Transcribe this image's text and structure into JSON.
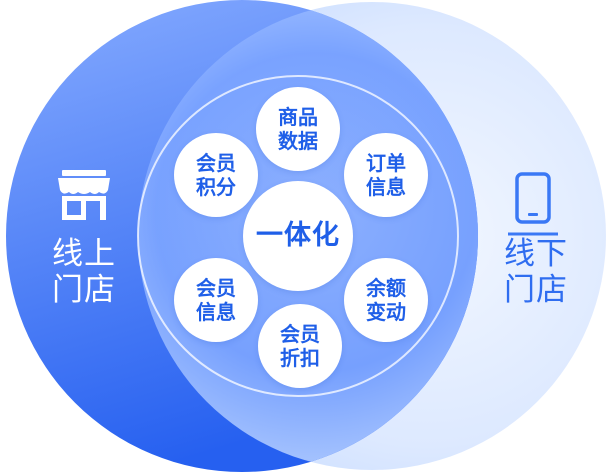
{
  "left_store": {
    "line1": "线上",
    "line2": "门店",
    "icon": "storefront-icon"
  },
  "right_store": {
    "line1": "线下",
    "line2": "门店",
    "icon": "mobile-phone-icon"
  },
  "center": {
    "label": "一体化"
  },
  "nodes": [
    {
      "line1": "商品",
      "line2": "数据"
    },
    {
      "line1": "订单",
      "line2": "信息"
    },
    {
      "line1": "余额",
      "line2": "变动"
    },
    {
      "line1": "会员",
      "line2": "折扣"
    },
    {
      "line1": "会员",
      "line2": "信息"
    },
    {
      "line1": "会员",
      "line2": "积分"
    }
  ],
  "colors": {
    "left_circle_top": "#7fa6ff",
    "left_circle_bottom": "#2a63f0",
    "right_circle": "#dce8ff",
    "node_text": "#1f5fe8",
    "right_text": "#2f6df0"
  }
}
